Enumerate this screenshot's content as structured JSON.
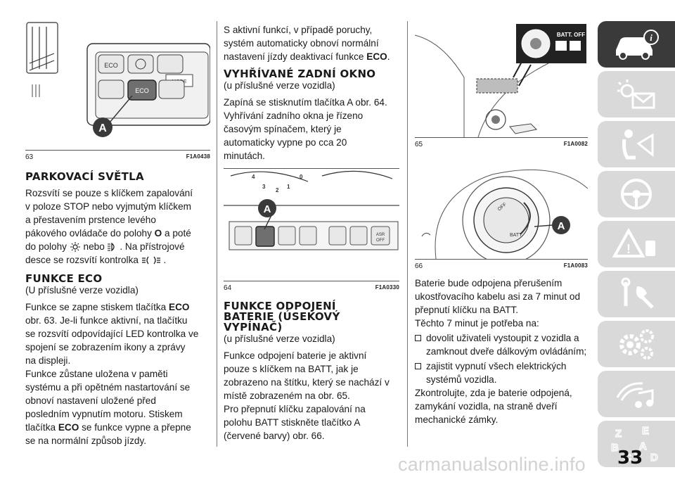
{
  "page_number": "33",
  "watermark": "carmanualsonline.info",
  "figures": {
    "f63": {
      "num": "63",
      "code": "F1A0438",
      "callout": "A",
      "labels": {
        "eco": "ECO",
        "mode": "MODE",
        "eco2": "ECO"
      }
    },
    "f64": {
      "num": "64",
      "code": "F1A0330",
      "callout": "A",
      "labels": {
        "asr": "ASR",
        "off": "OFF",
        "n0": "0",
        "n1": "1",
        "n2": "2",
        "n3": "3",
        "n4": "4"
      }
    },
    "f65": {
      "num": "65",
      "code": "F1A0082",
      "labels": {
        "batt_off": "BATT. OFF"
      }
    },
    "f66": {
      "num": "66",
      "code": "F1A0083",
      "callout": "A",
      "labels": {
        "batt": "BATT",
        "gear": "OFF"
      }
    }
  },
  "col1": {
    "parking_title": "PARKOVACÍ SVĚTLA",
    "parking_p1": "Rozsvítí se pouze s klíčkem zapalování",
    "parking_p2": "v poloze STOP nebo vyjmutým klíčkem",
    "parking_p3": "a přestavením prstence levého",
    "parking_p4a": "pákového ovládače do polohy",
    "parking_p4b": "O",
    "parking_p4c": "a poté",
    "parking_p5a": "do polohy",
    "parking_p5b": "nebo",
    "parking_p5c": ". Na přístrojové",
    "parking_p6a": "desce se rozsvítí kontrolka",
    "parking_p6b": ".",
    "eco_title": "FUNKCE ECO",
    "eco_sub": "(U příslušné verze vozidla)",
    "eco_l1a": "Funkce se zapne stiskem tlačítka",
    "eco_l1b": "ECO",
    "eco_l2": "obr. 63. Je-li funkce aktivní, na tlačítku",
    "eco_l3": "se rozsvítí odpovídající LED kontrolka ve",
    "eco_l4": "spojení se zobrazením ikony a zprávy",
    "eco_l5": "na displeji.",
    "eco_l6": "Funkce zůstane uložena v paměti",
    "eco_l7": "systému a při opětném nastartování se",
    "eco_l8": "obnoví nastavení uložené před",
    "eco_l9": "posledním vypnutím motoru. Stiskem",
    "eco_l10a": "tlačítka",
    "eco_l10b": "ECO",
    "eco_l10c": "se funkce vypne a přepne",
    "eco_l11": "se na normální způsob jízdy."
  },
  "col2": {
    "c_l1": "S aktivní funkcí, v případě poruchy,",
    "c_l2": "systém automaticky obnoví normální",
    "c_l3a": "nastavení jízdy deaktivací funkce",
    "c_l3b": "ECO",
    "c_l3c": ".",
    "rear_title": "VYHŘÍVANÉ ZADNÍ OKNO",
    "rear_sub": "(u příslušné verze vozidla)",
    "rear_l1": "Zapíná se stisknutím tlačítka A obr. 64.",
    "rear_l2": "Vyhřívání zadního okna je řízeno",
    "rear_l3": "časovým spínačem, který je",
    "rear_l4": "automaticky vypne po cca 20",
    "rear_l5": "minutách.",
    "batt_title1": "FUNKCE ODPOJENÍ",
    "batt_title2": "BATERIE (ÚSEKOVÝ",
    "batt_title3": "VYPÍNAČ)",
    "batt_sub": "(u příslušné verze vozidla)",
    "batt_l1": "Funkce odpojení baterie je aktivní",
    "batt_l2": "pouze s klíčkem na BATT, jak je",
    "batt_l3": "zobrazeno na štítku, který se nachází v",
    "batt_l4": "místě zobrazeném na obr. 65.",
    "batt_l5": "Pro přepnutí klíčku zapalování na",
    "batt_l6": "polohu BATT stiskněte tlačítko A",
    "batt_l7": "(červené barvy) obr. 66."
  },
  "col3": {
    "d_l1": "Baterie bude odpojena přerušením",
    "d_l2": "ukostřovacího kabelu asi za 7 minut od",
    "d_l3": "přepnutí klíčku na BATT.",
    "d_l4": "Těchto 7 minut je potřeba na:",
    "b1_l1": "dovolit uživateli vystoupit z vozidla a",
    "b1_l2": "zamknout dveře dálkovým ovládáním;",
    "b2_l1": "zajistit vypnutí všech elektrických",
    "b2_l2": "systémů vozidla.",
    "d_l5": "Zkontrolujte, zda je baterie odpojená,",
    "d_l6": "zamykání vozidla, na straně dveří",
    "d_l7": "mechanické zámky."
  },
  "sidebar": {
    "tabs": [
      "car-info-icon",
      "warning-lights-icon",
      "airbag-icon",
      "steering-wheel-icon",
      "warning-triangle-icon",
      "wrench-icon",
      "gear-icon",
      "multimedia-icon",
      "alphabet-index-icon"
    ],
    "index_letters": {
      "z": "Z",
      "e": "E",
      "b": "B",
      "a": "A",
      "c": "C",
      "t": "T",
      "d": "D"
    }
  },
  "colors": {
    "tab_active": "#3a3a3a",
    "tab_inactive": "#d9d9d9",
    "callout": "#3a3a3a",
    "label_hatch": "#999999"
  }
}
